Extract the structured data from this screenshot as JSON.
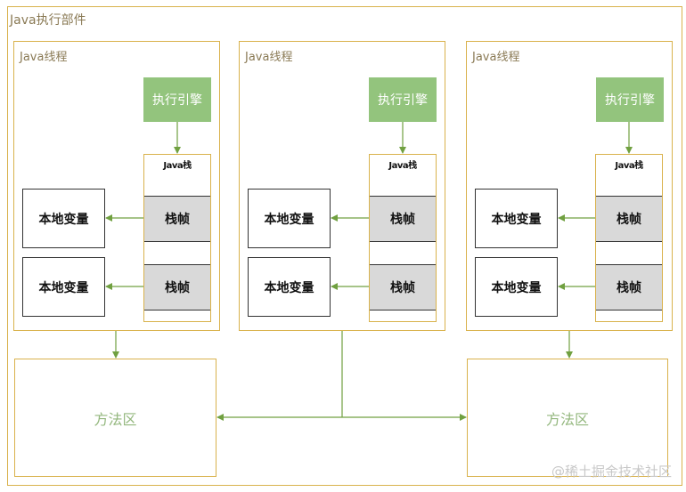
{
  "diagram": {
    "title": "Java执行部件",
    "threads": [
      {
        "title": "Java线程",
        "engine": "执行引擎",
        "stack": {
          "title": "Java栈",
          "frames": [
            "栈帧",
            "栈帧"
          ]
        },
        "locals": [
          "本地变量",
          "本地变量"
        ]
      },
      {
        "title": "Java线程",
        "engine": "执行引擎",
        "stack": {
          "title": "Java栈",
          "frames": [
            "栈帧",
            "栈帧"
          ]
        },
        "locals": [
          "本地变量",
          "本地变量"
        ]
      },
      {
        "title": "Java线程",
        "engine": "执行引擎",
        "stack": {
          "title": "Java栈",
          "frames": [
            "栈帧",
            "栈帧"
          ]
        },
        "locals": [
          "本地变量",
          "本地变量"
        ]
      }
    ],
    "method_areas": [
      "方法区",
      "方法区"
    ],
    "watermark": "@稀土掘金技术社区",
    "colors": {
      "border": "#d9b24c",
      "arrow": "#70a040",
      "engine": "#93c47d",
      "frame": "#d9d9d9"
    }
  }
}
